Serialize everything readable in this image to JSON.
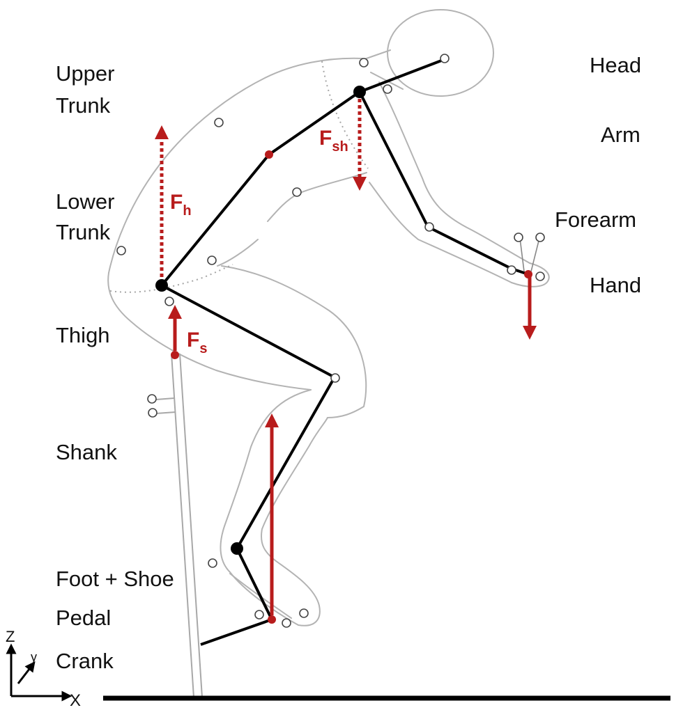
{
  "diagram": {
    "segment_labels": {
      "head": "Head",
      "upper_trunk_1": "Upper",
      "upper_trunk_2": "Trunk",
      "arm": "Arm",
      "lower_trunk_1": "Lower",
      "lower_trunk_2": "Trunk",
      "forearm": "Forearm",
      "hand": "Hand",
      "thigh": "Thigh",
      "shank": "Shank",
      "foot_shoe": "Foot + Shoe",
      "pedal": "Pedal",
      "crank": "Crank"
    },
    "forces": {
      "hip": {
        "main": "F",
        "sub": "h"
      },
      "shoulder": {
        "main": "F",
        "sub": "sh"
      },
      "saddle": {
        "main": "F",
        "sub": "s"
      }
    },
    "axes": {
      "z": "Z",
      "y": "y",
      "x": "X"
    },
    "colors": {
      "force": "#b81c1c",
      "skeleton": "#000000",
      "body_outline": "#b3b3b3",
      "ground": "#000000"
    }
  }
}
